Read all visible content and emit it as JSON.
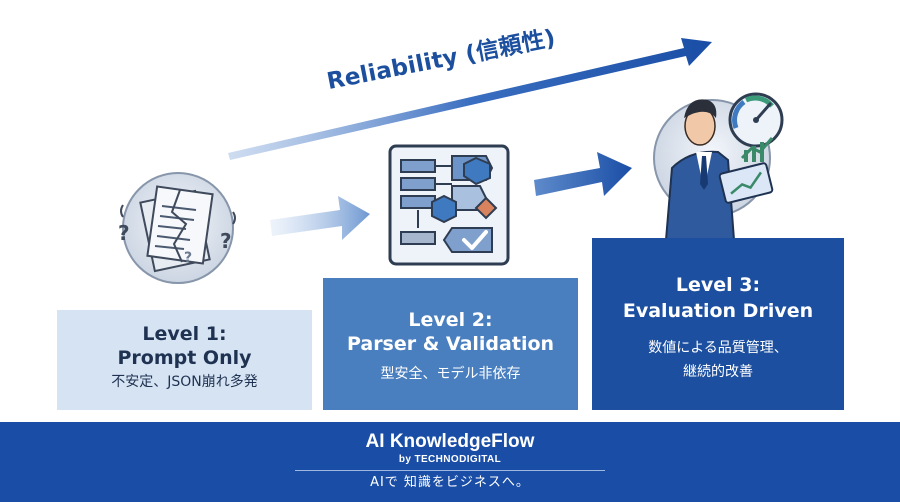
{
  "header": {
    "arrow_label": "Reliability (信頼性)"
  },
  "levels": [
    {
      "title_1": "Level 1:",
      "title_2": "Prompt Only",
      "desc_1": "不安定、JSON崩れ多発",
      "desc_2": ""
    },
    {
      "title_1": "Level 2:",
      "title_2": "Parser & Validation",
      "desc_1": "型安全、モデル非依存",
      "desc_2": ""
    },
    {
      "title_1": "Level 3:",
      "title_2": "Evaluation Driven",
      "desc_1": "数値による品質管理、",
      "desc_2": "継続的改善"
    }
  ],
  "footer": {
    "brand": "AI KnowledgeFlow",
    "by": "by TECHNODIGITAL",
    "tagline": "AIで 知識をビジネスへ。"
  },
  "icons": [
    "broken-documents-icon",
    "question-mark-icon",
    "flowchart-validation-icon",
    "checkmark-icon",
    "businessman-icon",
    "gauge-icon",
    "tablet-chart-icon"
  ],
  "colors": {
    "level1_bg": "#d6e3f3",
    "level2_bg": "#4a7fbf",
    "level3_bg": "#1c4fa0",
    "footer_bg": "#1a4ea6",
    "accent": "#1c4f9e"
  }
}
